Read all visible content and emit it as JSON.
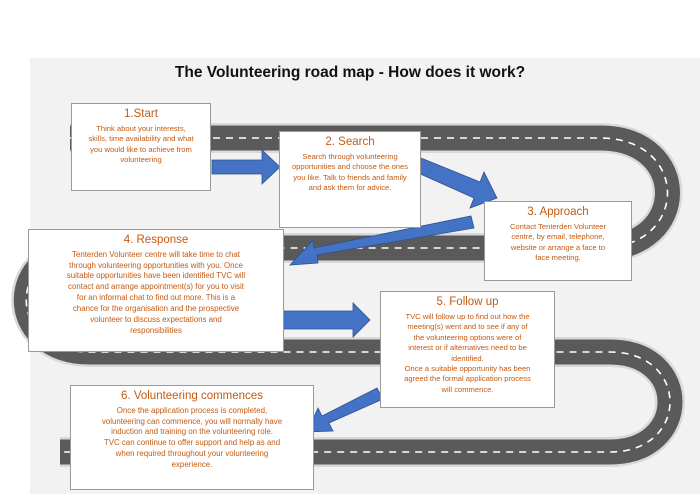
{
  "title": "The Volunteering road map - How does it work?",
  "colors": {
    "heading": "#c55a11",
    "arrow": "#4472c4",
    "road": "#5a5a5a",
    "road_edge": "#d9d9d9",
    "dash": "#ffffff"
  },
  "steps": [
    {
      "heading": "1.Start",
      "lines": [
        "Think about your interests,",
        "skills, time availability and what",
        "you would like to achieve from",
        "volunteering"
      ]
    },
    {
      "heading": "2. Search",
      "lines": [
        "Search through volunteering",
        "opportunities and choose the ones",
        "you like. Talk to friends and family",
        "and ask them for advice."
      ]
    },
    {
      "heading": "3. Approach",
      "lines": [
        "Contact Tenterden Volunteer",
        "centre, by email, telephone,",
        "website or arrange a face to",
        "face meeting."
      ]
    },
    {
      "heading": "4. Response",
      "lines": [
        "Tenterden Volunteer centre will take time to chat",
        "through volunteering opportunities with you. Once",
        "suitable opportunities have been identified TVC will",
        "contact and arrange appointment(s) for you to visit",
        "for an informal chat to find out more. This is a",
        "chance for the organisation and the prospective",
        "volunteer to discuss expectations and",
        "responsibilities"
      ]
    },
    {
      "heading": "5. Follow up",
      "lines": [
        "TVC will follow up to find out how the",
        "meeting(s) went and to see if any of",
        "the volunteering options were of",
        "interest or if alternatives need to be",
        "identified.",
        "Once a suitable opportunity has been",
        "agreed the formal application process",
        "will commence."
      ]
    },
    {
      "heading": "6. Volunteering commences",
      "lines": [
        "Once the application process is completed,",
        "volunteering can commence, you will normally have",
        "induction and training on the volunteering role.",
        "TVC can continue to offer support and help as and",
        "when required throughout your volunteering",
        "experience."
      ]
    }
  ]
}
